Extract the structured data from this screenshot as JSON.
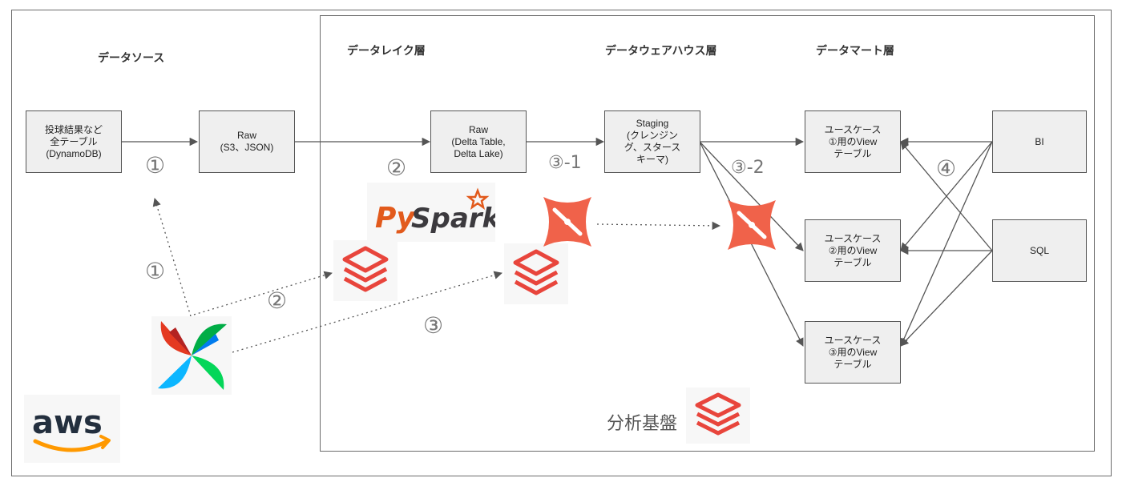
{
  "headings": {
    "source": "データソース",
    "lake": "データレイク層",
    "warehouse": "データウェアハウス層",
    "mart": "データマート層"
  },
  "nodes": {
    "dynamo": "投球結果など\n全テーブル\n(DynamoDB)",
    "raw_s3": "Raw\n(S3、JSON)",
    "raw_delta": "Raw\n(Delta Table,\nDelta Lake)",
    "staging": "Staging\n(クレンジン\nグ、スタース\nキーマ)",
    "mart1": "ユースケース\n①用のView\nテーブル",
    "mart2": "ユースケース\n②用のView\nテーブル",
    "mart3": "ユースケース\n③用のView\nテーブル",
    "bi": "BI",
    "sql": "SQL"
  },
  "markers": {
    "step1_top": "①",
    "step1_airflow": "①",
    "step2_top": "②",
    "step2_airflow": "②",
    "step3_airflow": "③",
    "step3_1": "③-1",
    "step3_2": "③-2",
    "step4": "④"
  },
  "logos": {
    "pyspark": "PySpark",
    "aws": "aws"
  },
  "caption": "分析基盤",
  "colors": {
    "databricks": "#e8453c",
    "dbt": "#f0624a",
    "pyspark_py": "#e25a1c",
    "aws_text": "#232f3e",
    "aws_smile": "#f90",
    "box_fill": "#efefef",
    "wire": "#555555"
  },
  "icons": [
    "databricks-icon",
    "dbt-icon",
    "airflow-icon",
    "pyspark-logo",
    "aws-logo"
  ]
}
